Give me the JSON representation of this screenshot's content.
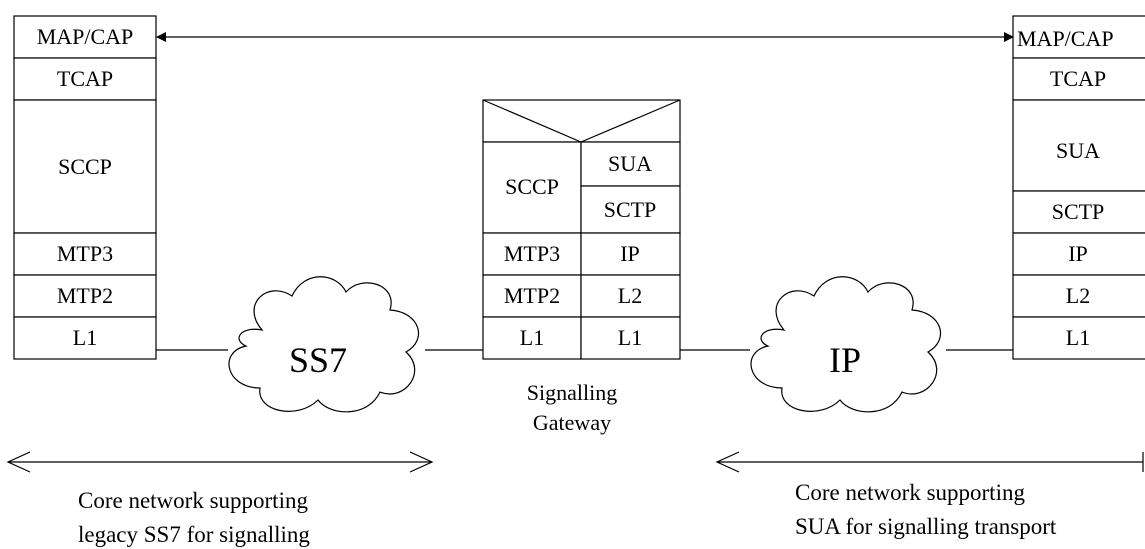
{
  "left_stack": {
    "layers": [
      "MAP/CAP",
      "TCAP",
      "SCCP",
      "MTP3",
      "MTP2",
      "L1"
    ]
  },
  "gateway": {
    "left_column": [
      "SCCP",
      "MTP3",
      "MTP2",
      "L1"
    ],
    "right_column": [
      "SUA",
      "SCTP",
      "IP",
      "L2",
      "L1"
    ],
    "caption_line1": "Signalling",
    "caption_line2": "Gateway"
  },
  "right_stack": {
    "layers": [
      "MAP/CAP",
      "TCAP",
      "SUA",
      "SCTP",
      "IP",
      "L2",
      "L1"
    ]
  },
  "clouds": {
    "left": "SS7",
    "right": "IP"
  },
  "captions": {
    "left_line1": "Core network supporting",
    "left_line2": "legacy SS7 for signalling",
    "right_line1": "Core network supporting",
    "right_line2": "SUA for signalling transport"
  }
}
